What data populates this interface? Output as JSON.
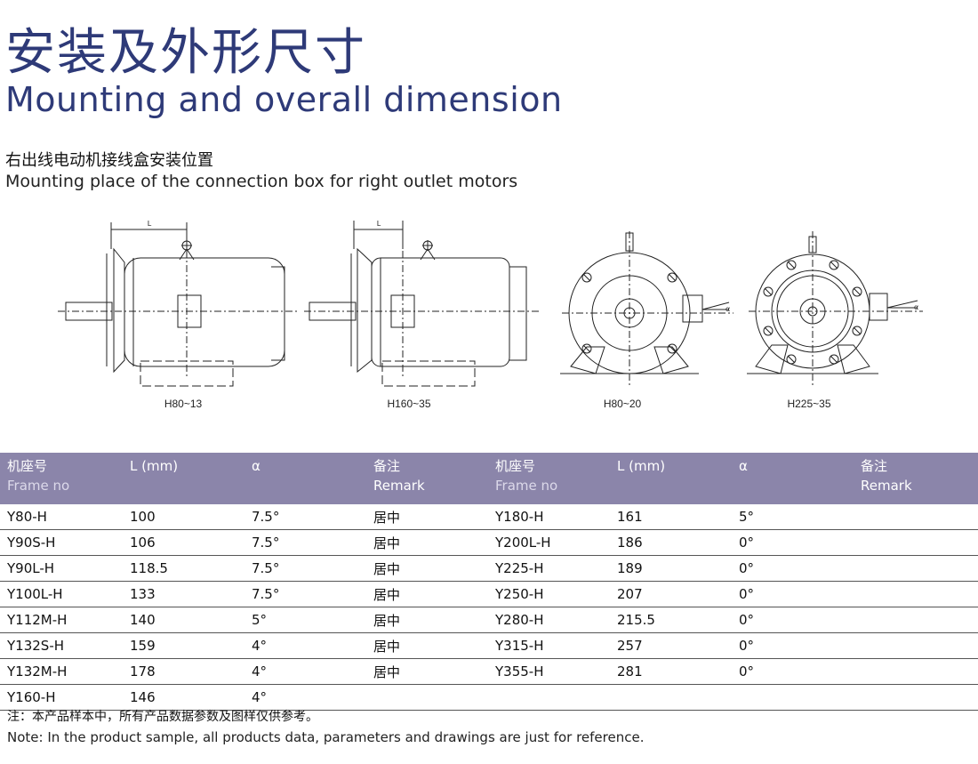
{
  "title": {
    "zh": "安装及外形尺寸",
    "en": "Mounting and overall dimension"
  },
  "subtitle": {
    "zh": "右出线电动机接线盒安装位置",
    "en": "Mounting place of the connection box for right outlet motors"
  },
  "figures": [
    {
      "caption": "H80~13",
      "dim_label": "L"
    },
    {
      "caption": "H160~35",
      "dim_label": "L"
    },
    {
      "caption": "H80~20",
      "angle_label": "α"
    },
    {
      "caption": "H225~35",
      "angle_label": "α"
    }
  ],
  "table": {
    "headers": {
      "frame_zh": "机座号",
      "frame_en": "Frame no",
      "length": "L (mm)",
      "alpha": "α",
      "remark_zh": "备注",
      "remark_en": "Remark"
    },
    "rows": [
      [
        "Y80-H",
        "100",
        "7.5°",
        "居中",
        "Y180-H",
        "161",
        "5°",
        ""
      ],
      [
        "Y90S-H",
        "106",
        "7.5°",
        "居中",
        "Y200L-H",
        "186",
        "0°",
        ""
      ],
      [
        "Y90L-H",
        "118.5",
        "7.5°",
        "居中",
        "Y225-H",
        "189",
        "0°",
        ""
      ],
      [
        "Y100L-H",
        "133",
        "7.5°",
        "居中",
        "Y250-H",
        "207",
        "0°",
        ""
      ],
      [
        "Y112M-H",
        "140",
        "5°",
        "居中",
        "Y280-H",
        "215.5",
        "0°",
        ""
      ],
      [
        "Y132S-H",
        "159",
        "4°",
        "居中",
        "Y315-H",
        "257",
        "0°",
        ""
      ],
      [
        "Y132M-H",
        "178",
        "4°",
        "居中",
        "Y355-H",
        "281",
        "0°",
        ""
      ],
      [
        "Y160-H",
        "146",
        "4°",
        "",
        "",
        "",
        "",
        ""
      ]
    ]
  },
  "note": {
    "zh": "注：本产品样本中，所有产品数据参数及图样仅供参考。",
    "en": "Note: In the product sample, all products data, parameters and drawings are just for reference."
  }
}
